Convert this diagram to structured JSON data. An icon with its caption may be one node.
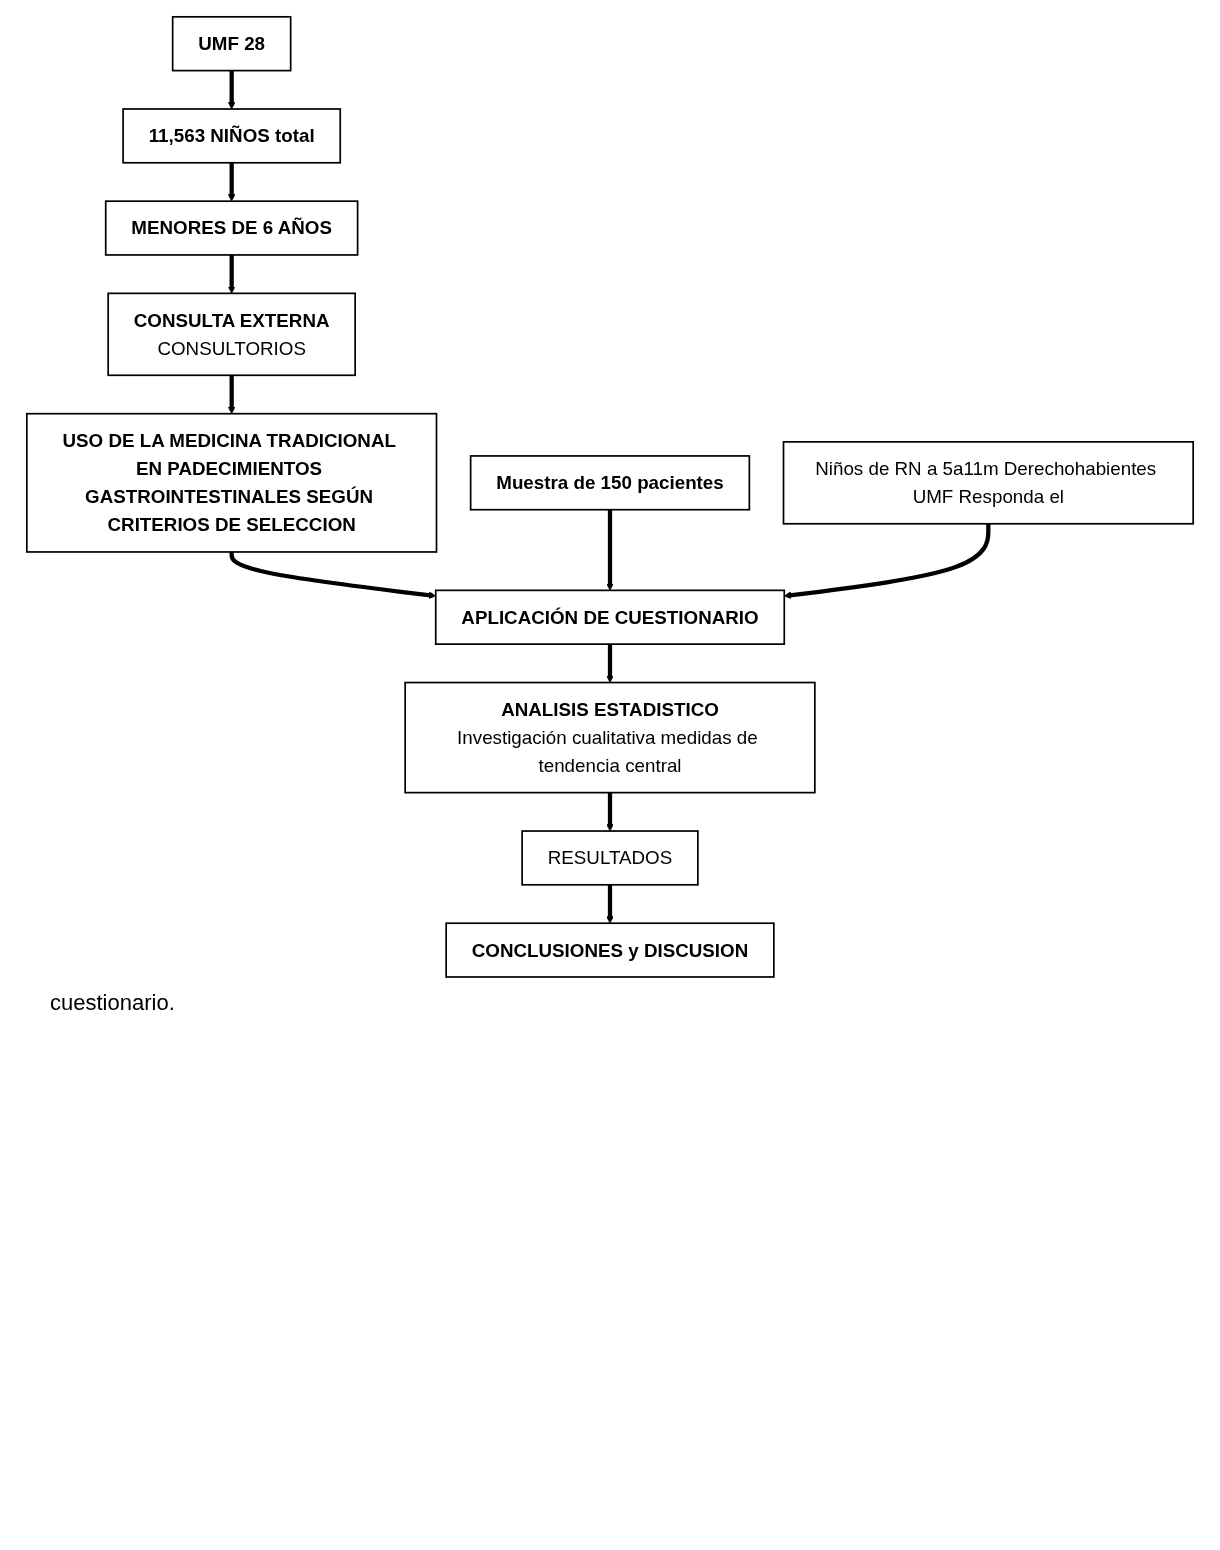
{
  "diagram": {
    "nodes": [
      {
        "text": [
          "UMF 28"
        ]
      },
      {
        "text": [
          "11,563 NIÑOS total"
        ]
      },
      {
        "text": [
          "MENORES DE 6 AÑOS"
        ]
      },
      {
        "text": [
          "CONSULTA EXTERNA",
          "CONSULTORIOS"
        ]
      },
      {
        "text": [
          "USO DE LA MEDICINA TRADICIONAL EN PADECIMIENTOS GASTROINTESTINALES SEGÚN CRITERIOS DE SELECCION"
        ]
      },
      {
        "text": [
          "Muestra de 150 pacientes"
        ]
      },
      {
        "text": [
          "APLICACIÓN DE CUESTIONARIO"
        ]
      },
      {
        "text": [
          "Niños de RN a 5a11m Derechohabientes UMF Responda el"
        ]
      },
      {
        "text": [
          "ANALISIS ESTADISTICO",
          "Investigación cualitativa medidas de tendencia central"
        ]
      },
      {
        "text": [
          "RESULTADOS"
        ]
      },
      {
        "text": [
          "CONCLUSIONES y DISCUSION"
        ]
      }
    ],
    "edges": [
      {
        "from": 0,
        "to": 1,
        "arrow": "to"
      },
      {
        "from": 1,
        "to": 2,
        "arrow": "to"
      },
      {
        "from": 2,
        "to": 3,
        "arrow": "to"
      },
      {
        "from": 3,
        "to": 4,
        "arrow": "to"
      },
      {
        "from": 4,
        "to": 6,
        "arrow": "to"
      },
      {
        "from": 5,
        "to": 6,
        "arrow": "to"
      },
      {
        "from": 7,
        "to": 6,
        "arrow": "to"
      },
      {
        "from": 6,
        "to": 8,
        "arrow": "to"
      },
      {
        "from": 8,
        "to": 9,
        "arrow": "to"
      },
      {
        "from": 9,
        "to": 10,
        "arrow": "to"
      }
    ],
    "labels": [
      "cuestionario."
    ]
  }
}
